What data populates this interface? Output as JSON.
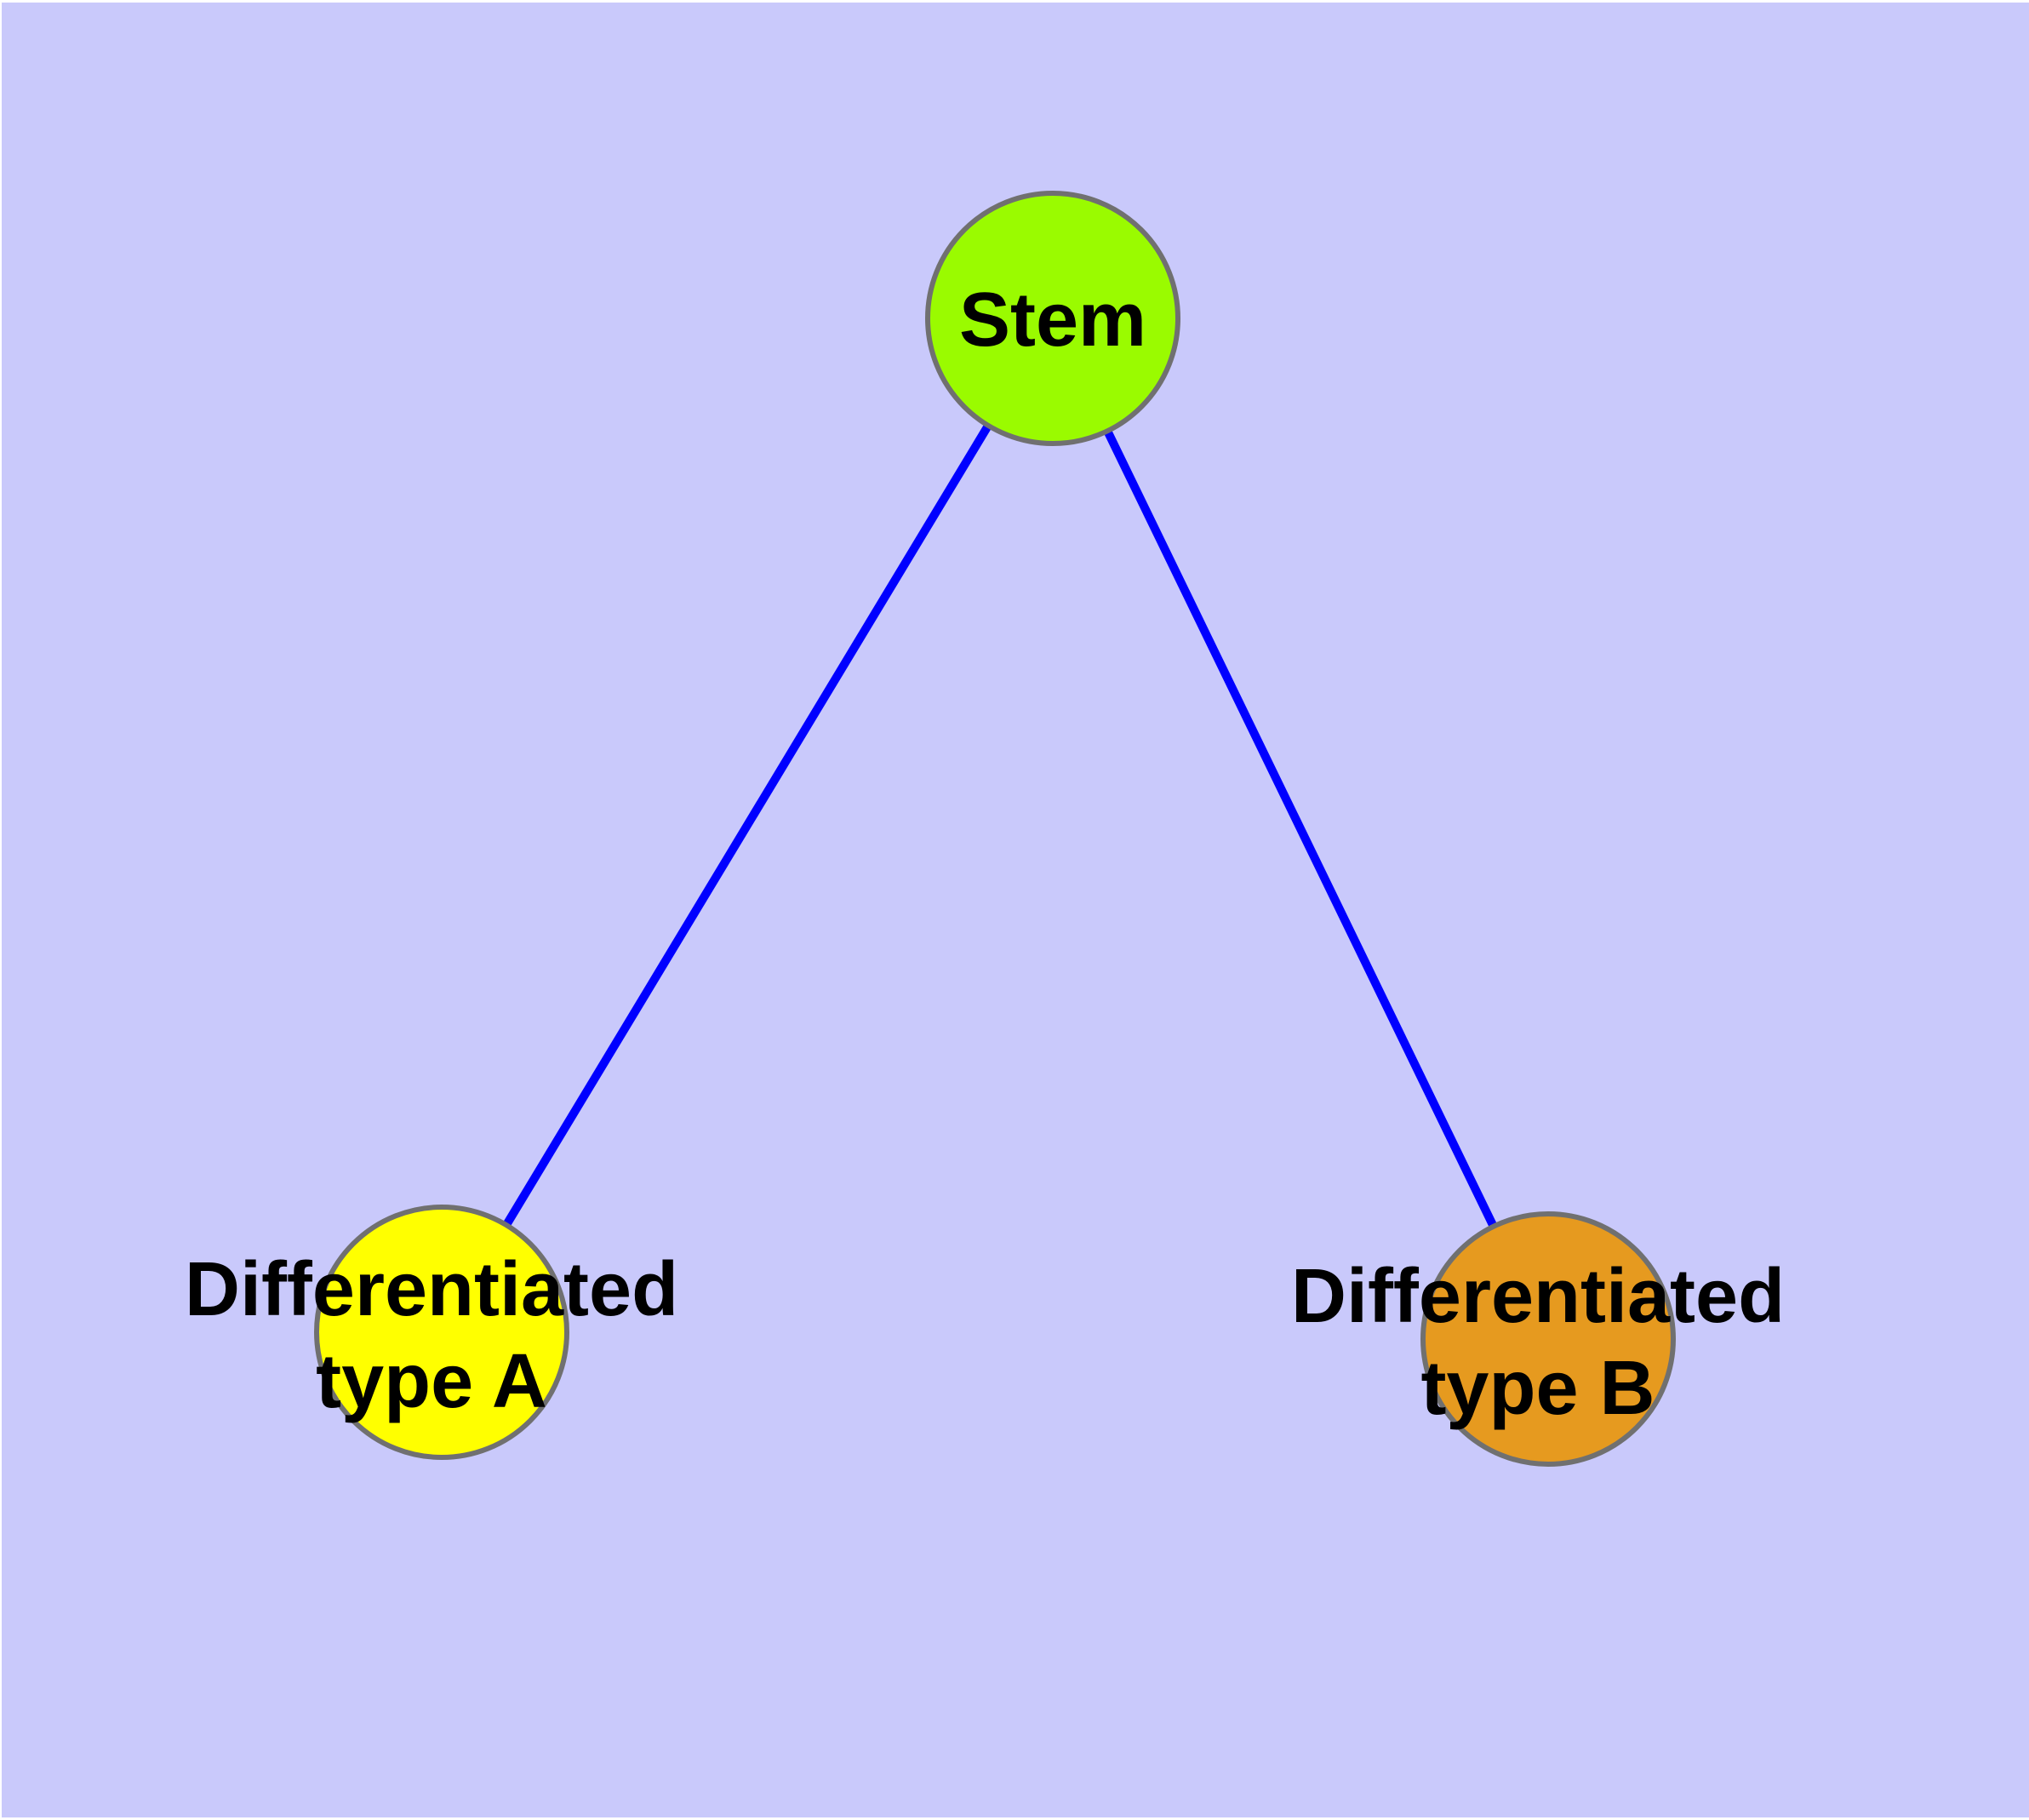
{
  "canvas": {
    "background_color": "#C9C9FB",
    "margin_color": "#FFFFFF"
  },
  "graph": {
    "type": "undirected-tree",
    "title": "",
    "nodes": [
      {
        "id": "stem",
        "label": "Stem",
        "label_lines": [
          "Stem"
        ],
        "fill": "#9AFB00",
        "stroke": "#707070",
        "text_color": "#000000"
      },
      {
        "id": "differentiated-type-a",
        "label": "Differentiated type A",
        "label_lines": [
          "Differentiated",
          "type A"
        ],
        "fill": "#FFFF00",
        "stroke": "#707070",
        "text_color": "#000000"
      },
      {
        "id": "differentiated-type-b",
        "label": "Differentiated type B",
        "label_lines": [
          "Differentiated",
          "type B"
        ],
        "fill": "#E69A1F",
        "stroke": "#707070",
        "text_color": "#000000"
      }
    ],
    "edges": [
      {
        "from": "stem",
        "to": "differentiated-type-a",
        "color": "#0000FF"
      },
      {
        "from": "stem",
        "to": "differentiated-type-b",
        "color": "#0000FF"
      }
    ]
  }
}
